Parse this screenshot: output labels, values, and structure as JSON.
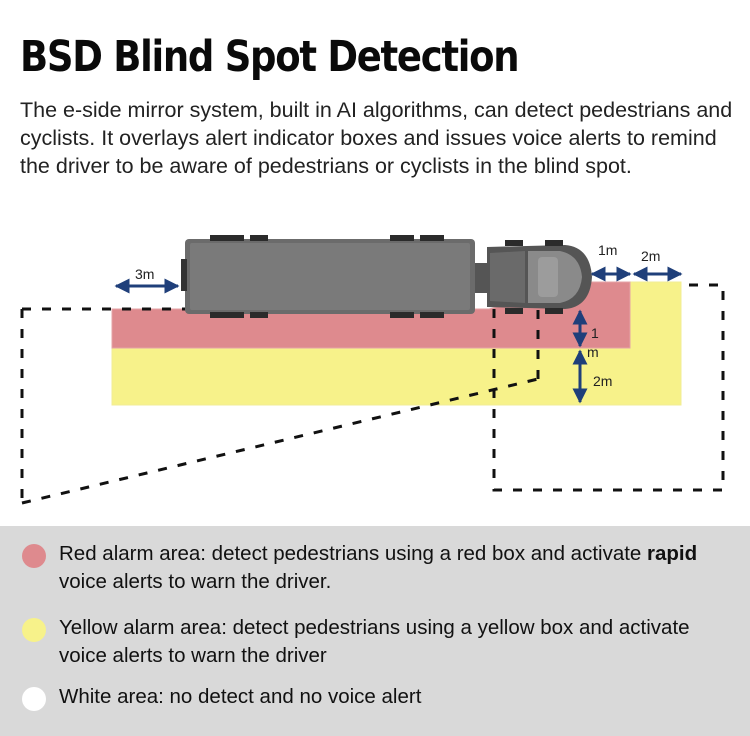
{
  "title": "BSD Blind Spot Detection",
  "description": "The e-side mirror system, built in AI algorithms, can detect pedestrians and cyclists. It overlays alert indicator boxes and issues voice alerts to remind the driver to be aware of pedestrians or cyclists in the blind spot.",
  "diagram": {
    "labels": {
      "rear": "3m",
      "front_red": "1m",
      "front_yellow": "2m",
      "side_red": "1",
      "side_red_unit": "m",
      "side_yellow": "2m"
    }
  },
  "legend": {
    "colors": {
      "red": "#de8a8e",
      "yellow": "#f7f28a",
      "white": "#ffffff"
    },
    "red": {
      "text_before": "Red alarm area: detect pedestrians using a red box and activate ",
      "emphasis": "rapid",
      "text_after": " voice alerts to warn the driver."
    },
    "yellow": {
      "text": "Yellow alarm area: detect pedestrians using a yellow box and activate voice alerts to warn the driver"
    },
    "white": {
      "text": "White area: no detect and no voice alert"
    }
  }
}
